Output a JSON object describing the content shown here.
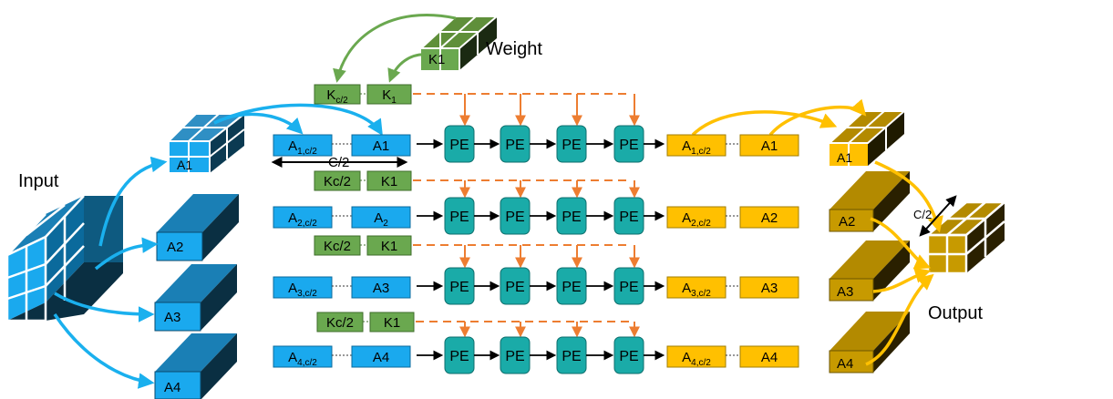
{
  "labels": {
    "input": "Input",
    "weight": "Weight",
    "output": "Output",
    "c_half": "C/2",
    "c_half_out": "C/2",
    "pe": "PE"
  },
  "weight_cube": {
    "label": "K1"
  },
  "input_slices": [
    "A1",
    "A2",
    "A3",
    "A4"
  ],
  "output_slices": [
    "A1",
    "A2",
    "A3",
    "A4"
  ],
  "rows": [
    {
      "kernel_left": {
        "main": "K",
        "sub": "c/2"
      },
      "kernel_right": {
        "main": "K",
        "sub": "1"
      },
      "act_left": {
        "main": "A",
        "sub": "1,c/2"
      },
      "act_right": {
        "main": "A1",
        "sub": ""
      },
      "out_left": {
        "main": "A",
        "sub": "1,c/2"
      },
      "out_right": {
        "main": "A1",
        "sub": ""
      }
    },
    {
      "kernel_left": {
        "main": "Kc/2",
        "sub": ""
      },
      "kernel_right": {
        "main": "K1",
        "sub": ""
      },
      "act_left": {
        "main": "A",
        "sub": "2,c/2"
      },
      "act_right": {
        "main": "A",
        "sub": "2"
      },
      "out_left": {
        "main": "A",
        "sub": "2,c/2"
      },
      "out_right": {
        "main": "A2",
        "sub": ""
      }
    },
    {
      "kernel_left": {
        "main": "Kc/2",
        "sub": ""
      },
      "kernel_right": {
        "main": "K1",
        "sub": ""
      },
      "act_left": {
        "main": "A",
        "sub": "3,c/2"
      },
      "act_right": {
        "main": "A3",
        "sub": ""
      },
      "out_left": {
        "main": "A",
        "sub": "3,c/2"
      },
      "out_right": {
        "main": "A3",
        "sub": ""
      }
    },
    {
      "kernel_left": {
        "main": "Kc/2",
        "sub": ""
      },
      "kernel_right": {
        "main": "K1",
        "sub": ""
      },
      "act_left": {
        "main": "A",
        "sub": "4,c/2"
      },
      "act_right": {
        "main": "A4",
        "sub": ""
      },
      "out_left": {
        "main": "A",
        "sub": "4,c/2"
      },
      "out_right": {
        "main": "A4",
        "sub": ""
      }
    }
  ],
  "colors": {
    "blue_box": "#1aa9ee",
    "blue_dark": "#0b6a9c",
    "teal_pe": "#1aaba8",
    "green": "#6aa84f",
    "green_dark": "#3f6e2b",
    "yellow": "#ffc000",
    "gold": "#c19a00",
    "orange": "#ed7d31",
    "arrow_blue": "#1ab0ee",
    "black": "#000000"
  }
}
